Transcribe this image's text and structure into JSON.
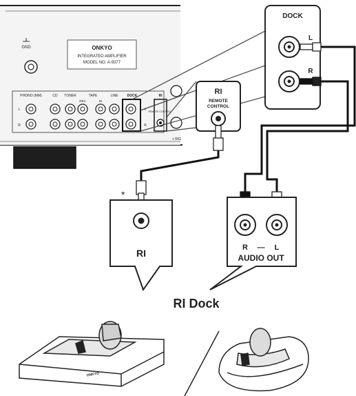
{
  "amplifier": {
    "brand": "ONKYO",
    "line1": "INTEGRATED AMPLIFIER",
    "line2": "MODEL NO. A-9377",
    "gnd_label": "GND",
    "input_labels": [
      "PHONO (MM)",
      "CD",
      "TONER",
      "TAPE",
      "LINE",
      "DOCK",
      "RI"
    ],
    "tape_sub": [
      "REC",
      "IN"
    ],
    "lr": [
      "L",
      "R"
    ],
    "remote_small": "REMOTE CONTROL",
    "speaker_label": "+ RIG"
  },
  "dock_callout": {
    "title": "DOCK",
    "left": "L",
    "right": "R"
  },
  "ri_callout": {
    "logo": "RI",
    "line1": "REMOTE",
    "line2": "CONTROL"
  },
  "ri_jack_panel": {
    "asterisk": "*",
    "logo": "RI"
  },
  "audio_out_panel": {
    "r": "R",
    "dash": "—",
    "l": "L",
    "label": "AUDIO OUT"
  },
  "ri_dock_label": "RI Dock",
  "dock_left_brand": "ONKYO"
}
